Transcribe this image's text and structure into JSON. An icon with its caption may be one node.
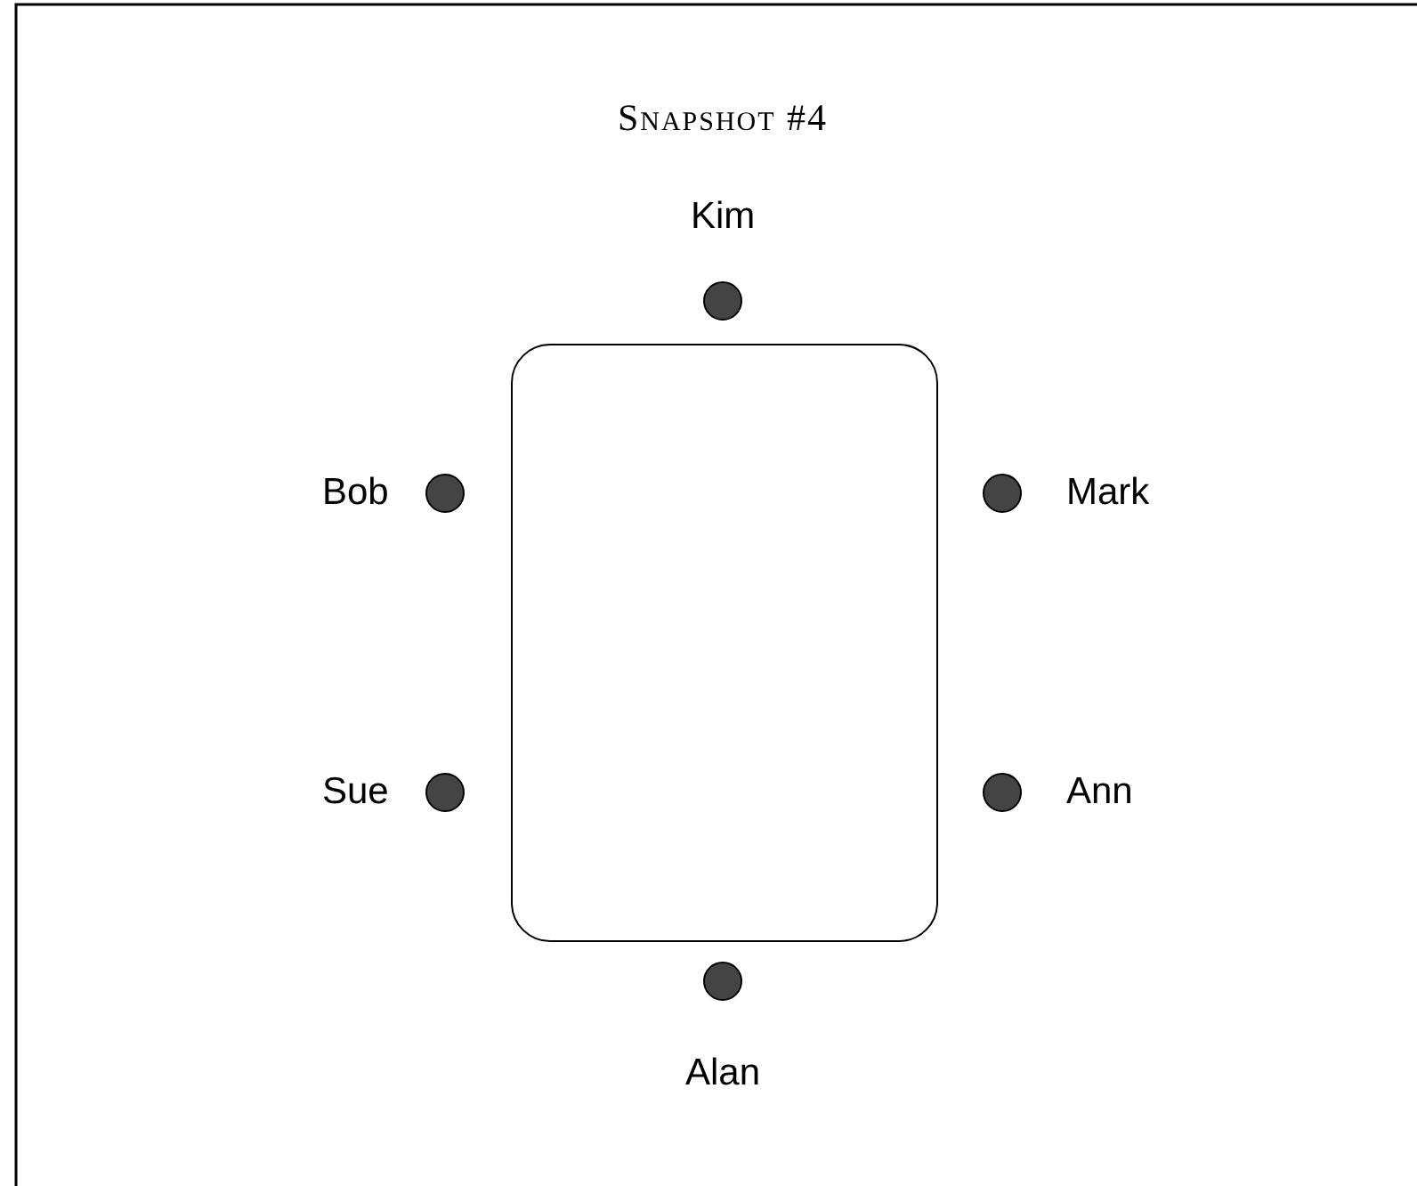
{
  "diagram": {
    "title": "Snapshot #4",
    "nodes": [
      {
        "text": [
          "Kim"
        ]
      },
      {
        "text": [
          "Bob"
        ]
      },
      {
        "text": [
          "Mark"
        ]
      },
      {
        "text": [],
        "shape": "box"
      },
      {
        "text": [
          "Sue"
        ]
      },
      {
        "text": [
          "Ann"
        ]
      },
      {
        "text": [
          "Alan"
        ]
      }
    ]
  }
}
